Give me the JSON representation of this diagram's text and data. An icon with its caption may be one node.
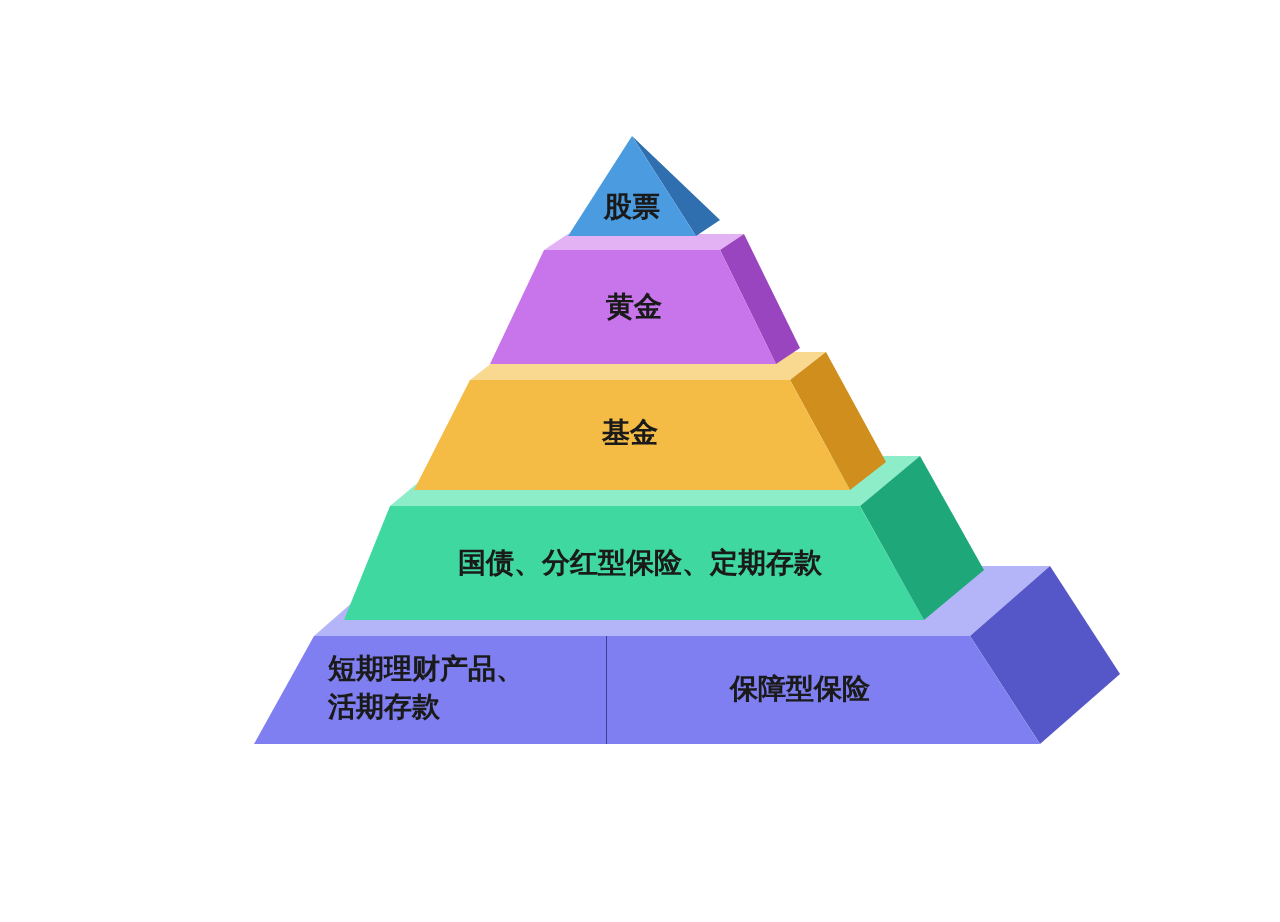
{
  "diagram": {
    "nodes": [
      {
        "text": [
          "股票"
        ]
      },
      {
        "text": [
          "黄金"
        ]
      },
      {
        "text": [
          "基金"
        ]
      },
      {
        "text": [
          "国债、分红型保险、定期存款"
        ]
      },
      {
        "text": [
          "短期理财产品、活期存款"
        ]
      },
      {
        "text": [
          "保障型保险"
        ]
      }
    ]
  }
}
